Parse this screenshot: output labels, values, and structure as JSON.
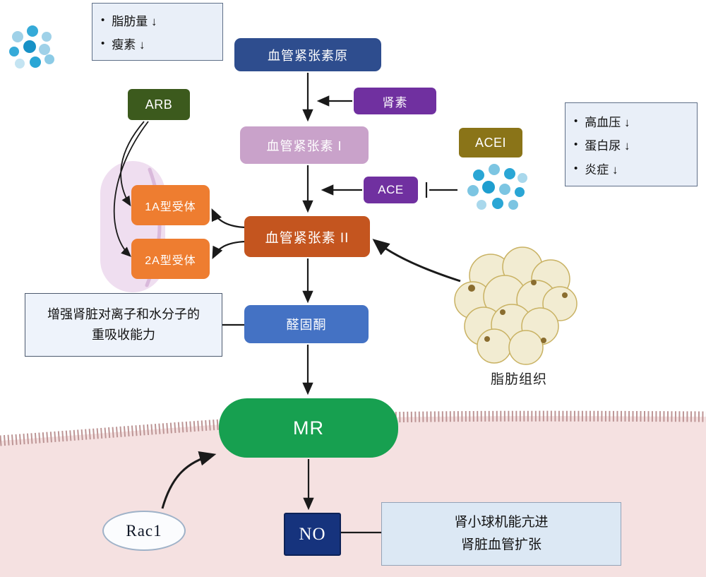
{
  "ui": {
    "bullet": "•"
  },
  "nodes": {
    "angiotensinogen": "血管紧张素原",
    "renin": "肾素",
    "angiotensin_i": "血管紧张素 I",
    "ace": "ACE",
    "acei": "ACEI",
    "angiotensin_ii": "血管紧张素 II",
    "receptor_1a": "1A型受体",
    "receptor_2a": "2A型受体",
    "arb": "ARB",
    "aldosterone": "醛固酮",
    "mr": "MR",
    "no": "NO",
    "rac1": "Rac1"
  },
  "notes": {
    "arb_effects": {
      "items": [
        "脂肪量 ↓",
        "瘦素 ↓"
      ]
    },
    "acei_effects": {
      "items": [
        "高血压 ↓",
        "蛋白尿 ↓",
        "炎症 ↓"
      ]
    },
    "aldosterone_effect": {
      "lines": [
        "增强肾脏对离子和水分子的",
        "重吸收能力"
      ]
    },
    "no_effect": {
      "lines": [
        "肾小球机能亢进",
        "肾脏血管扩张"
      ]
    }
  },
  "labels": {
    "adipose_tissue": "脂肪组织"
  },
  "colors": {
    "angiotensinogen": "#2e4d8e",
    "renin": "#7030a0",
    "angiotensin_i": "#c9a2ca",
    "ace": "#7030a0",
    "acei": "#8a7418",
    "angiotensin_ii": "#c4551f",
    "receptor": "#ee7d30",
    "arb": "#3c5a1d",
    "aldosterone": "#4472c4",
    "mr": "#17a050",
    "no": "#16337d",
    "membrane": "#bd9595",
    "cytoplasm": "#f5e1e1"
  }
}
